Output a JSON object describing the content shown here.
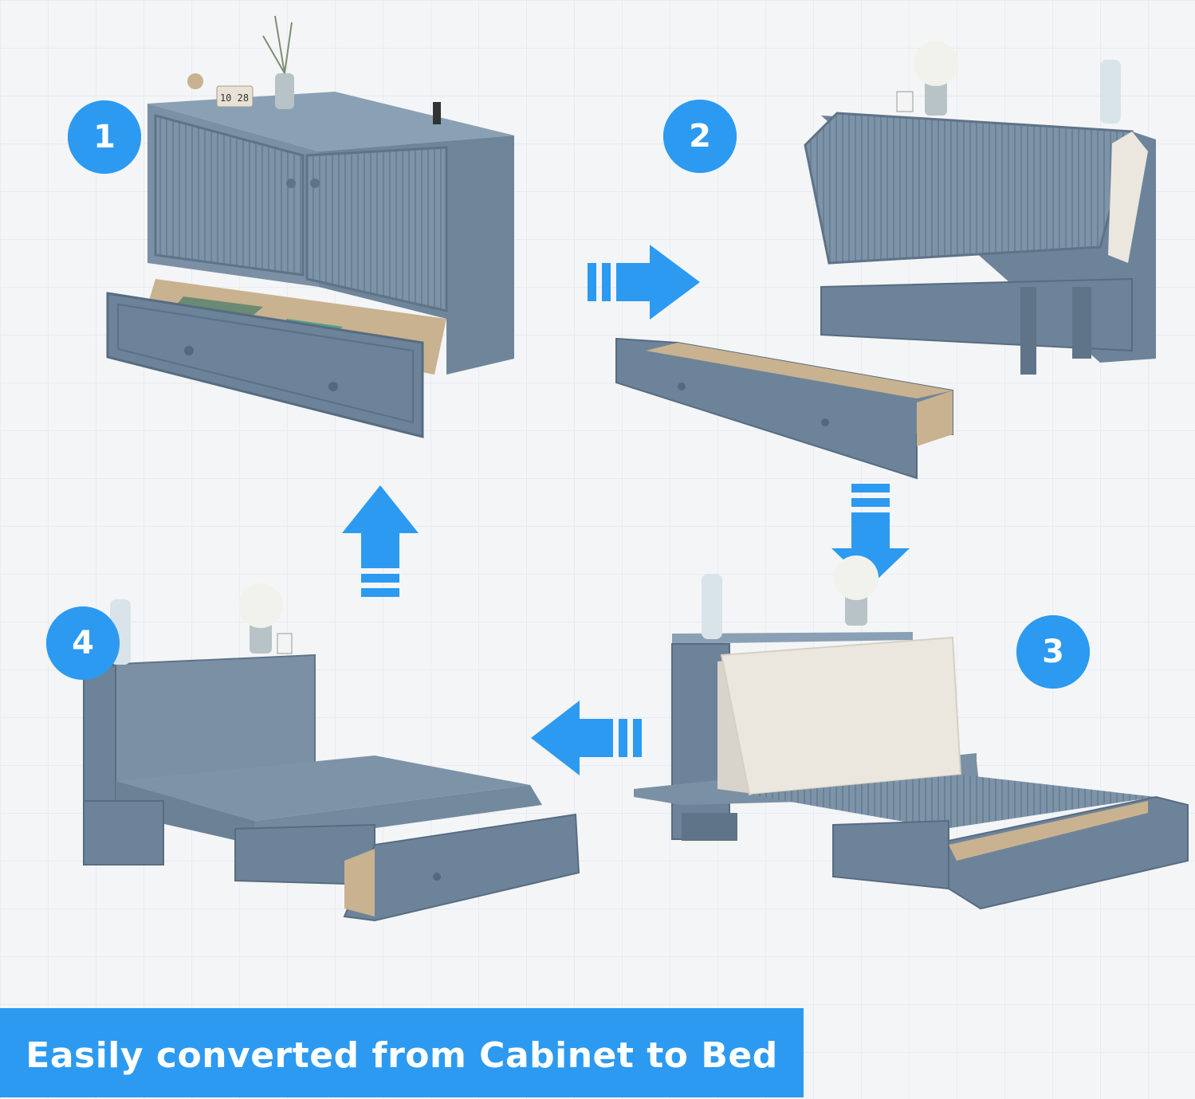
{
  "steps": [
    {
      "number": "1"
    },
    {
      "number": "2"
    },
    {
      "number": "3"
    },
    {
      "number": "4"
    }
  ],
  "clock_display": "10 28",
  "caption": "Easily converted from Cabinet to Bed",
  "colors": {
    "accent": "#2c9af0",
    "furniture": "#6d8399",
    "furniture_light": "#8ea3b6",
    "mattress": "#ebe7df",
    "drawer_wood": "#c9b28f"
  }
}
